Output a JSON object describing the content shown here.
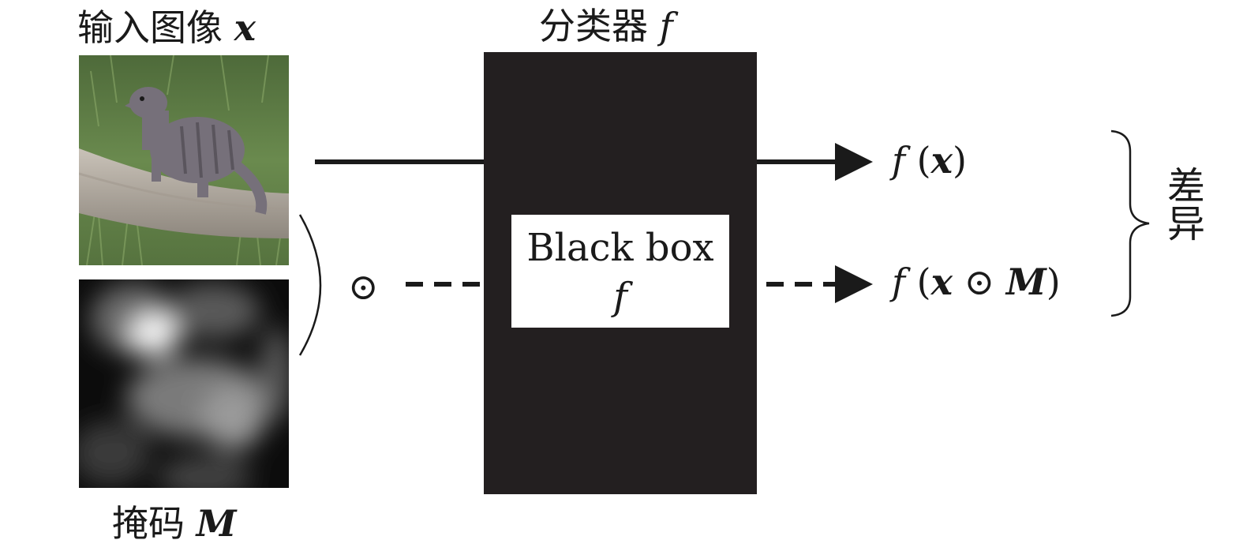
{
  "labels": {
    "input_zh": "输入图像",
    "input_var": "x",
    "mask_zh": "掩码",
    "mask_var": "M",
    "classifier_zh": "分类器",
    "classifier_var": "f"
  },
  "black_box": {
    "title": "Black box",
    "func": "f"
  },
  "operator": "⊙",
  "outputs": [
    {
      "f": "f",
      "open": "(",
      "arg": "x",
      "close": ")"
    },
    {
      "f": "f",
      "open": "(",
      "arg": "x",
      "op": "⊙",
      "arg2": "M",
      "close": ")"
    }
  ],
  "difference": "差异",
  "colors": {
    "box": "#231f20",
    "line": "#1a1a1a"
  }
}
